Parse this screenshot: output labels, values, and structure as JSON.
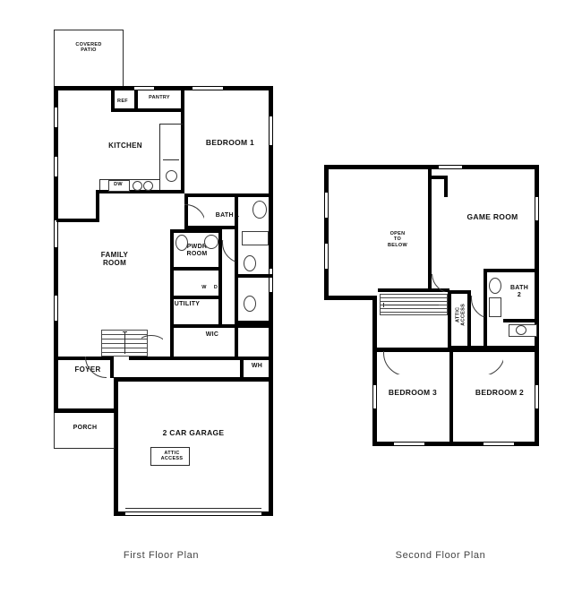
{
  "page": {
    "title": "Two-story residential floor plan",
    "background": "#ffffff"
  },
  "captions": {
    "first": "First Floor Plan",
    "second": "Second Floor Plan"
  },
  "first_floor": {
    "rooms": [
      {
        "key": "covered_patio",
        "label": "COVERED\nPATIO"
      },
      {
        "key": "ref",
        "label": "REF"
      },
      {
        "key": "pantry",
        "label": "PANTRY"
      },
      {
        "key": "kitchen",
        "label": "KITCHEN"
      },
      {
        "key": "bedroom1",
        "label": "BEDROOM 1"
      },
      {
        "key": "dishwasher",
        "label": "DW"
      },
      {
        "key": "bath1",
        "label": "BATH 1"
      },
      {
        "key": "family_room",
        "label": "FAMILY\nROOM"
      },
      {
        "key": "powder_room",
        "label": "PWDR\nROOM"
      },
      {
        "key": "utility",
        "label": "UTILITY"
      },
      {
        "key": "washer",
        "label": "W"
      },
      {
        "key": "dryer",
        "label": "D"
      },
      {
        "key": "wic",
        "label": "WIC"
      },
      {
        "key": "foyer",
        "label": "FOYER"
      },
      {
        "key": "water_heater",
        "label": "WH"
      },
      {
        "key": "porch",
        "label": "PORCH"
      },
      {
        "key": "garage",
        "label": "2 CAR GARAGE"
      },
      {
        "key": "attic_access",
        "label": "ATTIC\nACCESS"
      }
    ]
  },
  "second_floor": {
    "rooms": [
      {
        "key": "open_to_below",
        "label": "OPEN\nTO\nBELOW"
      },
      {
        "key": "game_room",
        "label": "GAME ROOM"
      },
      {
        "key": "bath2",
        "label": "BATH\n2"
      },
      {
        "key": "attic_access",
        "label": "ATTIC\nACCESS"
      },
      {
        "key": "bedroom3",
        "label": "BEDROOM 3"
      },
      {
        "key": "bedroom2",
        "label": "BEDROOM 2"
      }
    ]
  },
  "colors": {
    "wall": "#000000",
    "line": "#3b3b3b",
    "caption_text": "#444444",
    "label_text": "#111111"
  }
}
